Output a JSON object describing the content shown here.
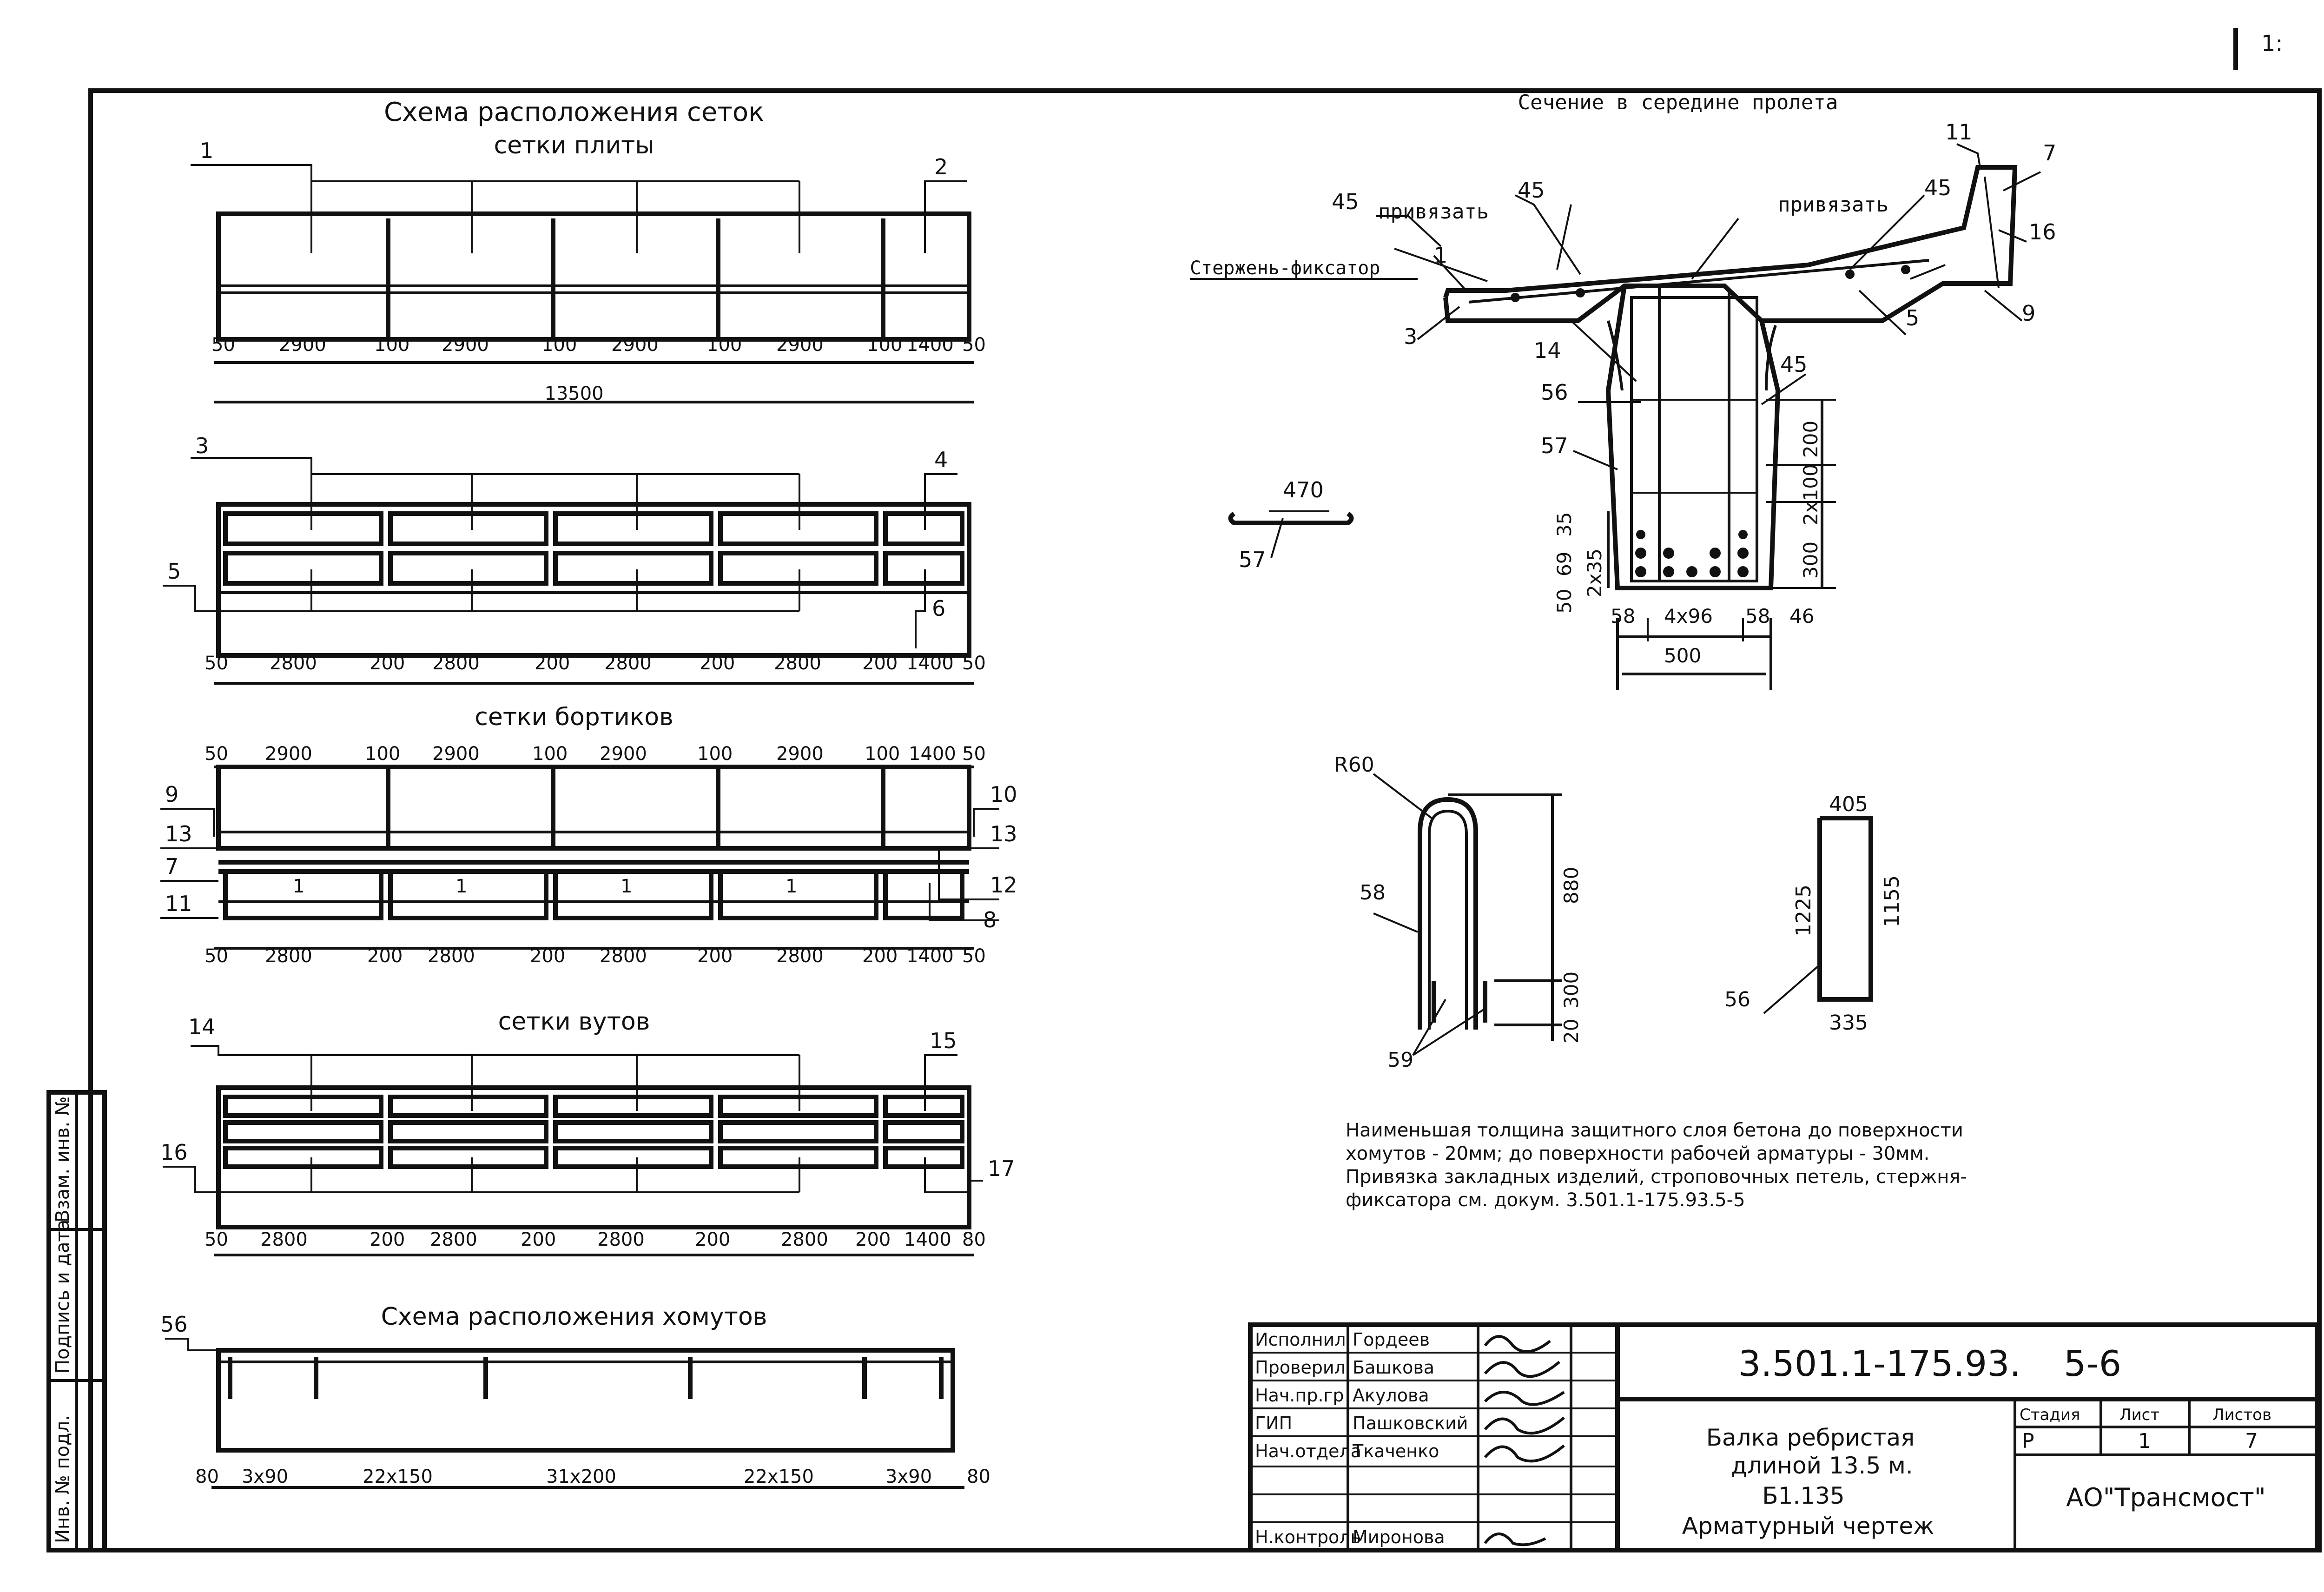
{
  "page_number": "1:",
  "plan": {
    "title": "Схема расположения сеток",
    "slab_title": "сетки плиты",
    "slab_top": {
      "dims": [
        "50",
        "2900",
        "100",
        "2900",
        "100",
        "2900",
        "100",
        "2900",
        "100",
        "1400",
        "50"
      ],
      "total": "13500",
      "callouts": [
        "1",
        "2"
      ]
    },
    "slab_bottom": {
      "dims": [
        "50",
        "2800",
        "200",
        "2800",
        "200",
        "2800",
        "200",
        "2800",
        "200",
        "1400",
        "50"
      ],
      "callouts": [
        "3",
        "4",
        "5",
        "6"
      ]
    },
    "sides_title": "сетки бортиков",
    "sides": {
      "dims_top": [
        "50",
        "2900",
        "100",
        "2900",
        "100",
        "2900",
        "100",
        "2900",
        "100",
        "1400",
        "50"
      ],
      "dims_bottom": [
        "50",
        "2800",
        "200",
        "2800",
        "200",
        "2800",
        "200",
        "2800",
        "200",
        "1400",
        "50"
      ],
      "callouts_left": [
        "9",
        "13",
        "7",
        "11"
      ],
      "callouts_right": [
        "10",
        "13",
        "12",
        "8"
      ],
      "inner_marks": [
        "1",
        "1",
        "1",
        "1"
      ]
    },
    "haunches_title": "сетки вутов",
    "haunches": {
      "dims": [
        "50",
        "2800",
        "200",
        "2800",
        "200",
        "2800",
        "200",
        "2800",
        "200",
        "1400",
        "80"
      ],
      "callouts": [
        "14",
        "15",
        "16",
        "17"
      ]
    },
    "stirrups_title": "Схема расположения хомутов",
    "stirrups": {
      "callout": "56",
      "dims": [
        "80",
        "3x90",
        "22x150",
        "31x200",
        "22x150",
        "3x90",
        "80"
      ]
    }
  },
  "section": {
    "title": "Сечение в середине пролета",
    "notes": [
      "привязать",
      "привязать",
      "Стержень-фиксатор"
    ],
    "callouts": [
      "11",
      "7",
      "45",
      "45",
      "45",
      "16",
      "1",
      "9",
      "5",
      "3",
      "14",
      "45",
      "56",
      "57"
    ],
    "dims_right": [
      "200",
      "2x100",
      "300"
    ],
    "dims_left": [
      "35",
      "69",
      "50",
      "2x35"
    ],
    "dims_bottom": [
      "58",
      "4x96",
      "58",
      "46",
      "500"
    ]
  },
  "details": {
    "bar57": {
      "length": "470",
      "callout": "57"
    },
    "bar58": {
      "radius": "R60",
      "callout": "58",
      "callout2": "59",
      "dims": [
        "880",
        "300",
        "20"
      ]
    },
    "bar56": {
      "top": "405",
      "left": "1225",
      "right": "1155",
      "bottom": "335",
      "callout": "56"
    }
  },
  "notes_text": [
    "Наименьшая толщина защитного слоя бетона до поверхности",
    "хомутов - 20мм; до поверхности рабочей арматуры - 30мм.",
    "Привязка закладных изделий, строповочных петель, стержня-",
    "фиксатора см. докум. 3.501.1-175.93.5-5"
  ],
  "left_strip": [
    "Инв. № подл.",
    "Подпись и дата",
    "Взам. инв. №"
  ],
  "title_block": {
    "roles": [
      "Исполнил",
      "Проверил",
      "Нач.пр.гр",
      "ГИП",
      "Нач.отдела",
      "",
      "",
      "Н.контроль"
    ],
    "names": [
      "Гордеев",
      "Башкова",
      "Акулова",
      "Пашковский",
      "Ткаченко",
      "",
      "",
      "Миронова"
    ],
    "doc_code": "3.501.1-175.93.",
    "doc_issue": "5-6",
    "stage_label": "Стадия",
    "sheet_label": "Лист",
    "sheets_label": "Листов",
    "stage": "Р",
    "sheet": "1",
    "sheets": "7",
    "desc": [
      "Балка ребристая",
      "длиной 13.5 м.",
      "Б1.135",
      "Арматурный чертеж"
    ],
    "company": "АО\"Трансмост\""
  }
}
